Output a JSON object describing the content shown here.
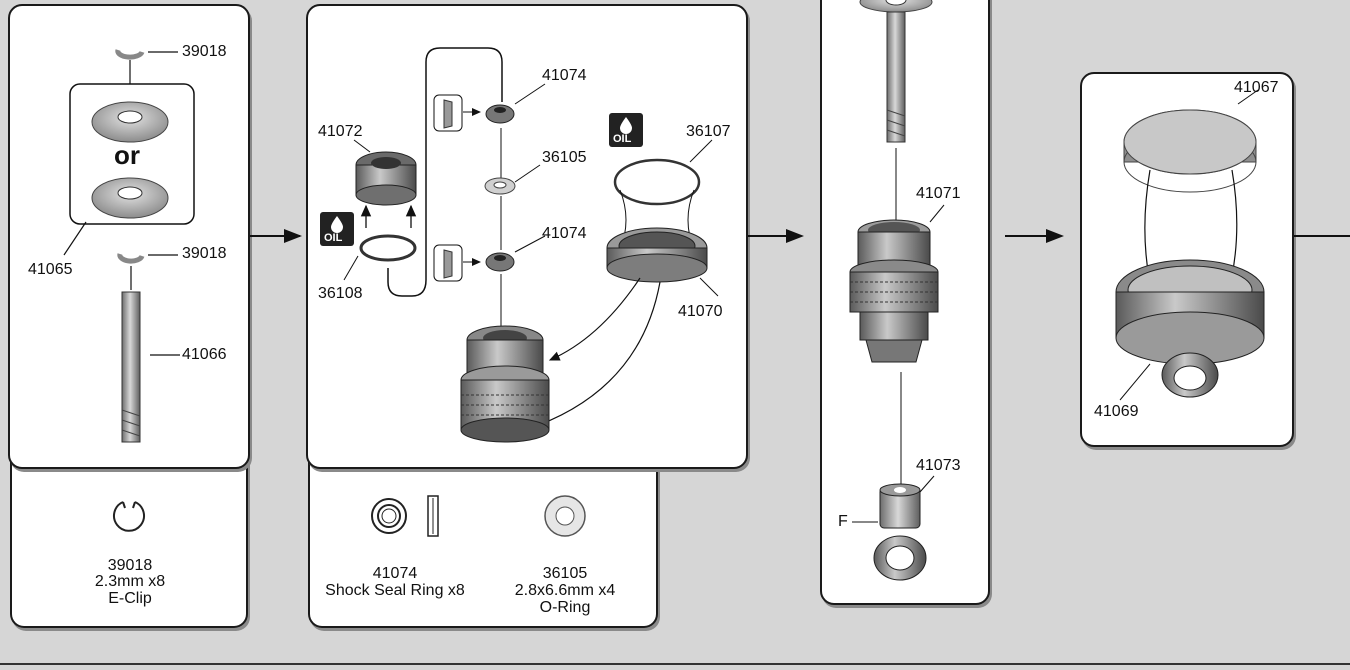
{
  "panel1": {
    "callouts": [
      "39018",
      "41065",
      "39018",
      "41066"
    ],
    "or_text": "or"
  },
  "tray1": {
    "part_number": "39018",
    "size_qty": "2.3mm x8",
    "name": "E-Clip"
  },
  "panel2": {
    "callouts": [
      "41072",
      "36108",
      "41074",
      "36105",
      "41074",
      "36107",
      "41070"
    ],
    "oil_badge": "OIL"
  },
  "tray2": {
    "items": [
      {
        "part_number": "41074",
        "desc": "Shock Seal Ring x8"
      },
      {
        "part_number": "36105",
        "desc": "2.8x6.6mm x4",
        "name": "O-Ring"
      }
    ]
  },
  "panel3": {
    "callouts": [
      "41071",
      "41073",
      "F"
    ]
  },
  "panel4": {
    "callouts": [
      "41067",
      "41069"
    ]
  },
  "icons": [
    "arrow-right-icon",
    "oil-drop-icon",
    "e-clip-icon",
    "seal-ring-icon",
    "o-ring-icon"
  ],
  "colors": {
    "background": "#d6d6d6",
    "panel": "#ffffff",
    "outline": "#1a1a1a",
    "part_gray": "#8f8f8f"
  }
}
